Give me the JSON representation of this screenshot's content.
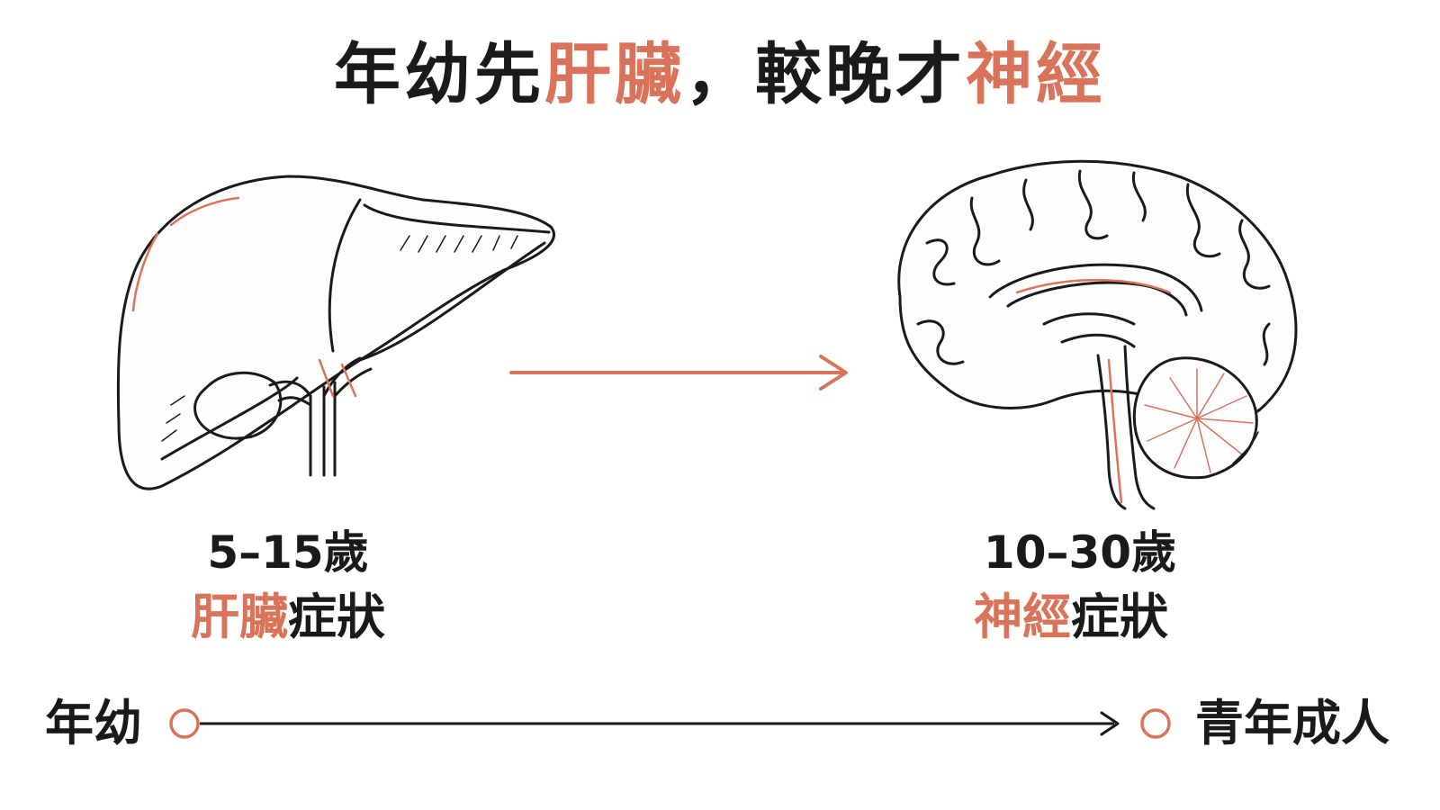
{
  "title": {
    "part1": "年幼先",
    "part2": "肝臟",
    "part3": "，較晚才",
    "part4": "神經"
  },
  "liver": {
    "age": "5–15歲",
    "organ": "肝臟",
    "suffix": "症狀"
  },
  "brain": {
    "age": "10–30歲",
    "organ": "神經",
    "suffix": "症狀"
  },
  "timeline": {
    "start": "年幼",
    "end": "青年成人"
  },
  "colors": {
    "accent": "#d9735a",
    "ink": "#1a1a1a"
  }
}
